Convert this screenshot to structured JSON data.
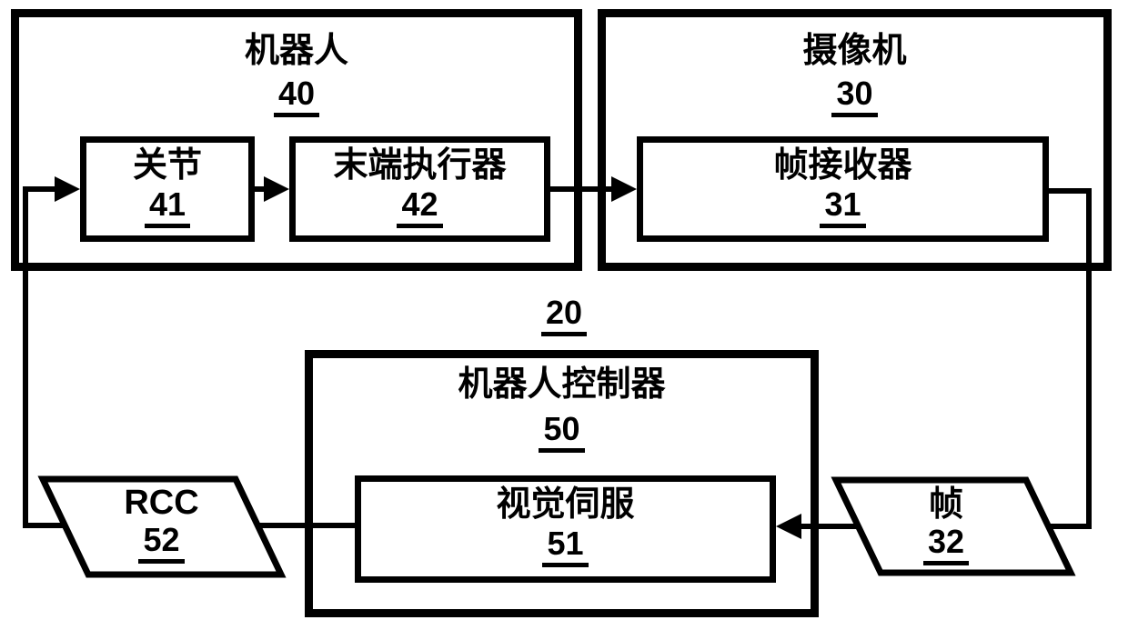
{
  "figure": {
    "colors": {
      "ink": "#000000",
      "background": "#ffffff"
    },
    "system_ref": "20",
    "robot": {
      "title": "机器人",
      "ref": "40",
      "joint": {
        "title": "关节",
        "ref": "41"
      },
      "end_effector": {
        "title": "末端执行器",
        "ref": "42"
      }
    },
    "camera": {
      "title": "摄像机",
      "ref": "30",
      "frame_receiver": {
        "title": "帧接收器",
        "ref": "31"
      }
    },
    "controller": {
      "title": "机器人控制器",
      "ref": "50",
      "visual_servo": {
        "title": "视觉伺服",
        "ref": "51"
      }
    },
    "rcc": {
      "title": "RCC",
      "ref": "52"
    },
    "frame": {
      "title": "帧",
      "ref": "32"
    }
  }
}
